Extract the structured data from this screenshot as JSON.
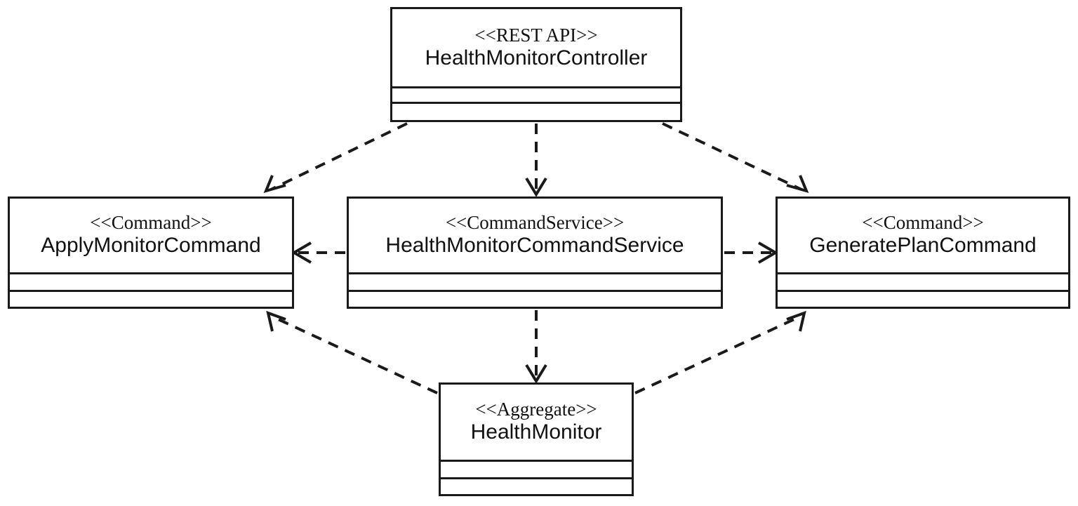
{
  "diagram": {
    "kind": "uml-class-diagram",
    "title": "",
    "background_color": "#ffffff",
    "line_color": "#1a1a1a",
    "text_color": "#111111",
    "classes": [
      {
        "id": "controller",
        "stereotype": "<<REST API>>",
        "name": "HealthMonitorController",
        "attributes": "",
        "operations": ""
      },
      {
        "id": "apply",
        "stereotype": "<<Command>>",
        "name": "ApplyMonitorCommand",
        "attributes": "",
        "operations": ""
      },
      {
        "id": "service",
        "stereotype": "<<CommandService>>",
        "name": "HealthMonitorCommandService",
        "attributes": "",
        "operations": ""
      },
      {
        "id": "generate",
        "stereotype": "<<Command>>",
        "name": "GeneratePlanCommand",
        "attributes": "",
        "operations": ""
      },
      {
        "id": "aggregate",
        "stereotype": "<<Aggregate>>",
        "name": "HealthMonitor",
        "attributes": "",
        "operations": ""
      }
    ],
    "relationships": [
      {
        "id": "controller-to-apply",
        "type": "dependency",
        "style": "dashed",
        "arrowhead": "open",
        "label": "",
        "from": "controller",
        "to": "apply"
      },
      {
        "id": "controller-to-service",
        "type": "dependency",
        "style": "dashed",
        "arrowhead": "open",
        "label": "",
        "from": "controller",
        "to": "service"
      },
      {
        "id": "controller-to-generate",
        "type": "dependency",
        "style": "dashed",
        "arrowhead": "open",
        "label": "",
        "from": "controller",
        "to": "generate"
      },
      {
        "id": "service-to-apply",
        "type": "dependency",
        "style": "dashed",
        "arrowhead": "open",
        "label": "",
        "from": "service",
        "to": "apply"
      },
      {
        "id": "service-to-generate",
        "type": "dependency",
        "style": "dashed",
        "arrowhead": "open",
        "label": "",
        "from": "service",
        "to": "generate"
      },
      {
        "id": "service-to-aggregate",
        "type": "dependency",
        "style": "dashed",
        "arrowhead": "open",
        "label": "",
        "from": "service",
        "to": "aggregate"
      },
      {
        "id": "aggregate-to-apply",
        "type": "dependency",
        "style": "dashed",
        "arrowhead": "open",
        "label": "",
        "from": "aggregate",
        "to": "apply"
      },
      {
        "id": "aggregate-to-generate",
        "type": "dependency",
        "style": "dashed",
        "arrowhead": "open",
        "label": "",
        "from": "aggregate",
        "to": "generate"
      }
    ]
  }
}
